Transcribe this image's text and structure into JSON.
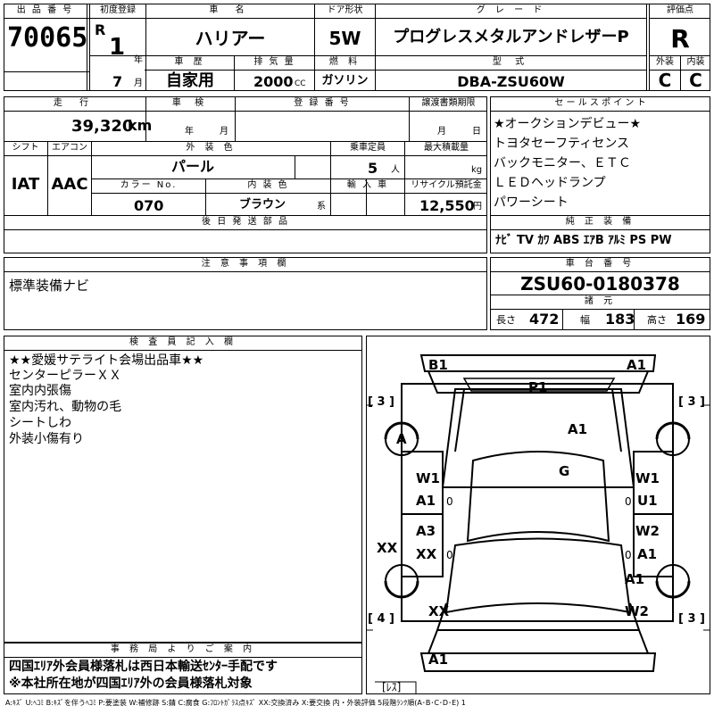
{
  "header": {
    "lot_label": "出 品 番 号",
    "lot_number": "70065",
    "first_reg_label": "初度登録",
    "era": "R",
    "reg_year": "1",
    "year_unit": "年",
    "reg_month": "7",
    "month_unit": "月",
    "carname_label": "車 名",
    "carname": "ハリアー",
    "door_label": "ドア形状",
    "door": "5W",
    "grade_label": "グ レ ー ド",
    "grade": "プログレスメタルアンドレザーP",
    "score_label": "評価点",
    "score": "R",
    "history_label": "車 歴",
    "history": "自家用",
    "displacement_label": "排 気 量",
    "displacement": "2000",
    "cc_unit": "CC",
    "fuel_label": "燃 料",
    "fuel": "ガソリン",
    "model_label": "型 式",
    "model": "DBA-ZSU60W",
    "exterior_label": "外装",
    "interior_label": "内装",
    "exterior": "C",
    "interior": "C"
  },
  "row2": {
    "mileage_label": "走 行",
    "mileage": "39,320",
    "km_unit": "km",
    "inspection_label": "車 検",
    "insp_year_unit": "年",
    "insp_month_unit": "月",
    "regno_label": "登 録 番 号",
    "transfer_label": "譲渡書類期限",
    "transfer_month_unit": "月",
    "transfer_day_unit": "日",
    "shift_label": "シフト",
    "ac_label": "エアコン",
    "shift": "IAT",
    "ac": "AAC",
    "color_label": "外 装 色",
    "color": "パール",
    "capacity_label": "乗車定員",
    "capacity": "5",
    "capacity_unit": "人",
    "load_label": "最大積載量",
    "load_unit": "kg",
    "colorno_label": "カラー No.",
    "colorno": "070",
    "intcolor_label": "内 装 色",
    "intcolor": "ブラウン",
    "intcolor_suffix": "系",
    "import_label": "輸 入 車",
    "recycle_label": "リサイクル預託金",
    "recycle": "12,550",
    "recycle_unit": "円",
    "later_parts_label": "後 日 発 送 部 品"
  },
  "sales": {
    "label": "セ ー ル ス ポ イ ン ト",
    "points": [
      "★オークションデビュー★",
      "トヨタセーフティセンス",
      "バックモニター、ＥＴＣ",
      "ＬＥＤヘッドランプ",
      "パワーシート"
    ],
    "equip_label": "純 正 装 備",
    "equipment": "ﾅﾋﾞ TV ｶﾜ ABS ｴｱB ｱﾙﾐ PS PW"
  },
  "caution": {
    "label": "注 意 事 項 欄",
    "text": "標準装備ナビ"
  },
  "chassis": {
    "label": "車 台 番 号",
    "number": "ZSU60-0180378",
    "spec_label": "諸 元",
    "length_label": "長さ",
    "length": "472",
    "width_label": "幅",
    "width": "183",
    "height_label": "高さ",
    "height": "169"
  },
  "inspector": {
    "label": "検 査 員 記 入 欄",
    "lines": [
      "★★愛媛サテライト会場出品車★★",
      "センターピラーＸＸ",
      "室内内張傷",
      "室内汚れ、動物の毛",
      "シートしわ",
      "外装小傷有り"
    ]
  },
  "office": {
    "label": "事 務 局 よ り ご 案 内",
    "lines": [
      "四国ｴﾘｱ外会員様落札は西日本輸送ｾﾝﾀｰ手配です",
      "※本社所在地が四国ｴﾘｱ外の会員様落札対象"
    ]
  },
  "legend": "A:ｷｽﾞ U:ﾍｺﾐ B:ｷｽﾞを伴うﾍｺﾐ P:要塗装 W:補修跡 S:錆 C:腐食 G:ﾌﾛﾝﾄｶﾞﾗｽ点ｷｽﾞ XX:交換済み X:要交換 内・外装評価 5段階ﾗﾝｸ順(A･B･C･D･E) 1",
  "diagram": {
    "tires": [
      "[ 3 ]",
      "[ 3 ]",
      "[ 4 ]",
      "[ 3 ]"
    ],
    "marks": {
      "front_left": "B1",
      "front_right": "A1",
      "windshield": "P1",
      "left_front_wheel": "A",
      "hood": "A1",
      "roof": "G",
      "left_front_door_1": "W1",
      "left_front_door_2": "A1",
      "right_front_door_1": "W1",
      "right_front_door_2": "U1",
      "left_rear_door_1": "A3",
      "left_rear_door_2": "XX",
      "right_rear_door_1": "W2",
      "right_rear_door_2": "A1",
      "left_pillar": "XX",
      "right_rear_fender": "A1",
      "left_quarter": "XX",
      "right_quarter": "W2",
      "rear": "A1",
      "zero1": "0",
      "zero2": "0",
      "zero3": "0",
      "zero4": "0",
      "spare": "[ﾚｽ]"
    }
  }
}
